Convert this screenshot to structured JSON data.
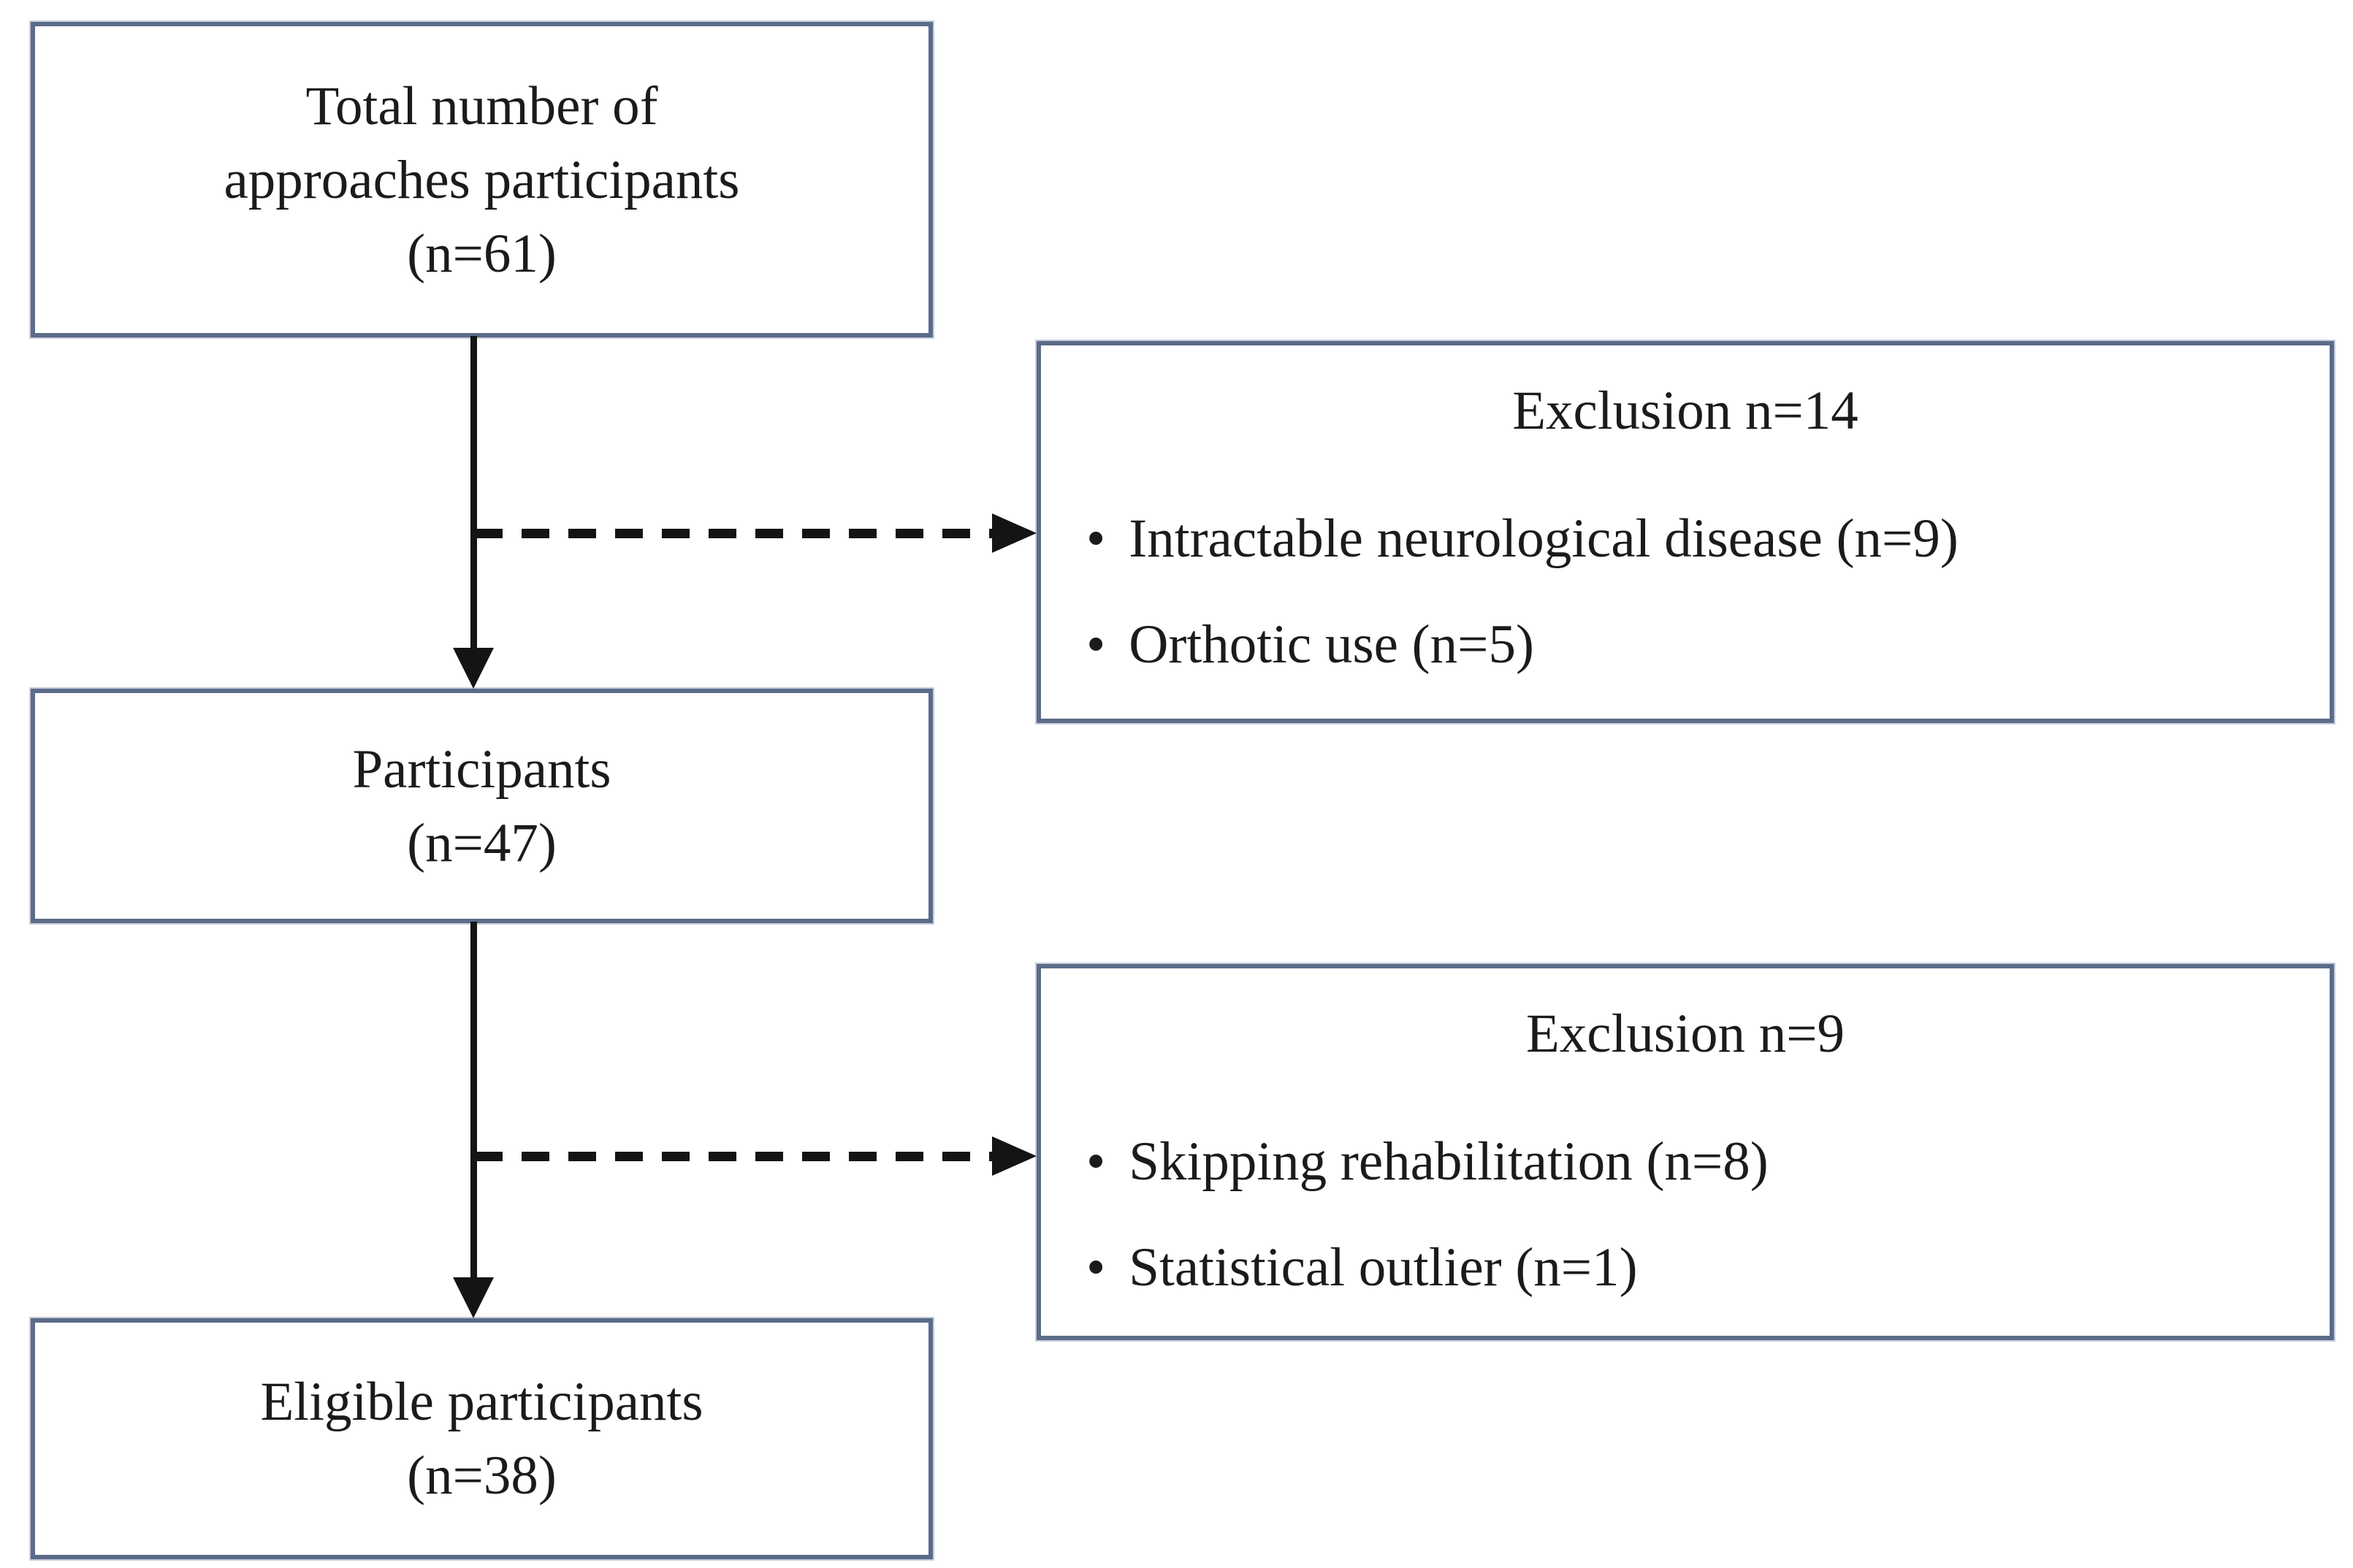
{
  "figure": {
    "type": "participant-flow-diagram",
    "bullet_glyph": "•",
    "colors": {
      "box_border": "#5b6b89",
      "text": "#1b1b1b",
      "arrow": "#141414",
      "background": "#ffffff"
    },
    "nodes": [
      {
        "lines": [
          "Total number of",
          "approaches participants",
          "(n=61)"
        ]
      },
      {
        "lines": [
          "Participants",
          "(n=47)"
        ]
      },
      {
        "lines": [
          "Eligible participants",
          "(n=38)"
        ]
      }
    ],
    "exclusions": [
      {
        "title": "Exclusion n=14",
        "items": [
          "Intractable neurological disease (n=9)",
          "Orthotic use (n=5)"
        ]
      },
      {
        "title": "Exclusion n=9",
        "items": [
          "Skipping rehabilitation (n=8)",
          "Statistical outlier (n=1)"
        ]
      }
    ]
  }
}
